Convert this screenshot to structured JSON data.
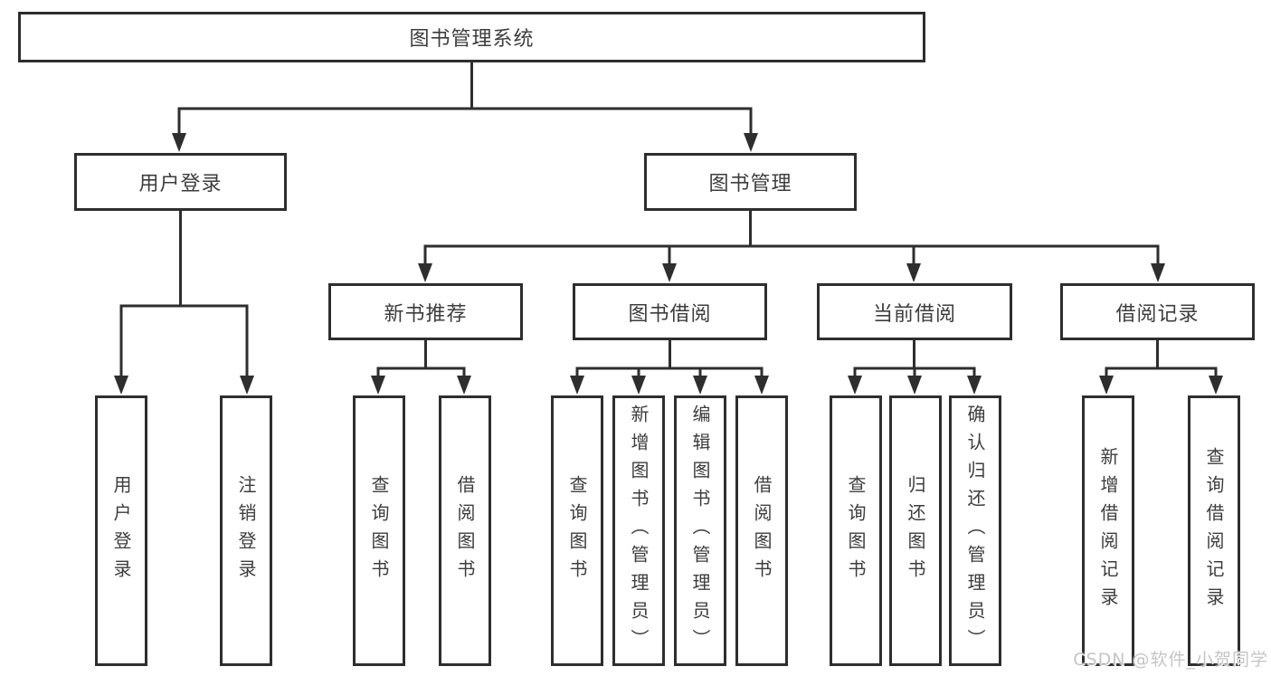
{
  "diagram_title": "图书管理系统",
  "tree": {
    "root": {
      "label": "图书管理系统"
    },
    "branches": [
      {
        "label": "用户登录",
        "leaves": [
          "用户登录",
          "注销登录"
        ]
      },
      {
        "label": "图书管理",
        "groups": [
          {
            "label": "新书推荐",
            "leaves": [
              "查询图书",
              "借阅图书"
            ]
          },
          {
            "label": "图书借阅",
            "leaves": [
              "查询图书",
              "新增图书（管理员）",
              "编辑图书（管理员）",
              "借阅图书"
            ]
          },
          {
            "label": "当前借阅",
            "leaves": [
              "查询图书",
              "归还图书",
              "确认归还（管理员）"
            ]
          },
          {
            "label": "借阅记录",
            "leaves": [
              "新增借阅记录",
              "查询借阅记录"
            ]
          }
        ]
      }
    ]
  },
  "watermark": {
    "text": "CSDN @软件_小贺同学"
  },
  "colors": {
    "line": "#2e2e2e",
    "text": "#3d3d3d",
    "watermark": "#c5c5c5",
    "background": "#ffffff"
  }
}
